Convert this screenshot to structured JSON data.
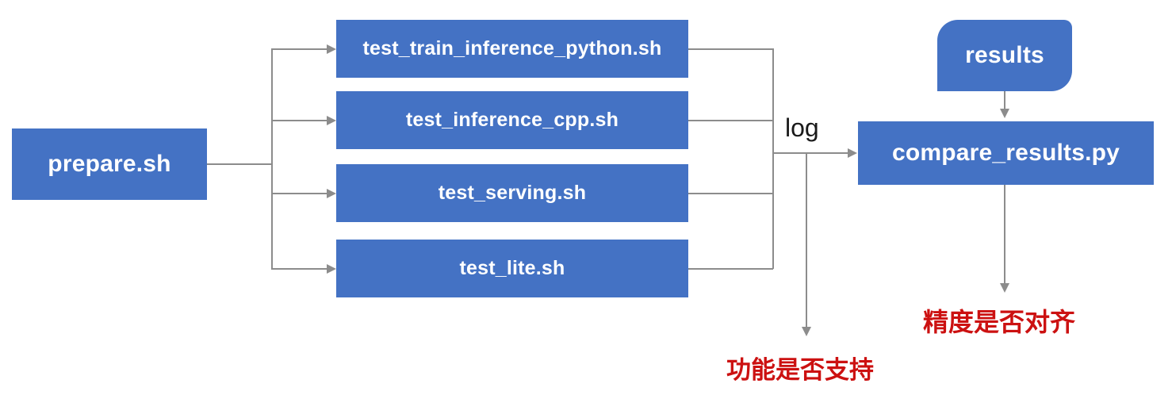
{
  "diagram": {
    "colors": {
      "node_fill": "#4472C4",
      "node_text": "#FFFFFF",
      "connector": "#8C8C8C",
      "annotation_red": "#CC1111",
      "log_text": "#1A1A1A",
      "background": "#FFFFFF"
    },
    "nodes": {
      "prepare": {
        "label": "prepare.sh",
        "shape": "rectangle"
      },
      "tests": [
        {
          "label": "test_train_inference_python.sh"
        },
        {
          "label": "test_inference_cpp.sh"
        },
        {
          "label": "test_serving.sh"
        },
        {
          "label": "test_lite.sh"
        }
      ],
      "results": {
        "label": "results",
        "shape": "round-diagonal-corner-rectangle"
      },
      "compare": {
        "label": "compare_results.py",
        "shape": "rectangle"
      }
    },
    "edge_labels": {
      "log": "log"
    },
    "annotations": {
      "function_supported": "功能是否支持",
      "precision_aligned": "精度是否对齐"
    }
  }
}
